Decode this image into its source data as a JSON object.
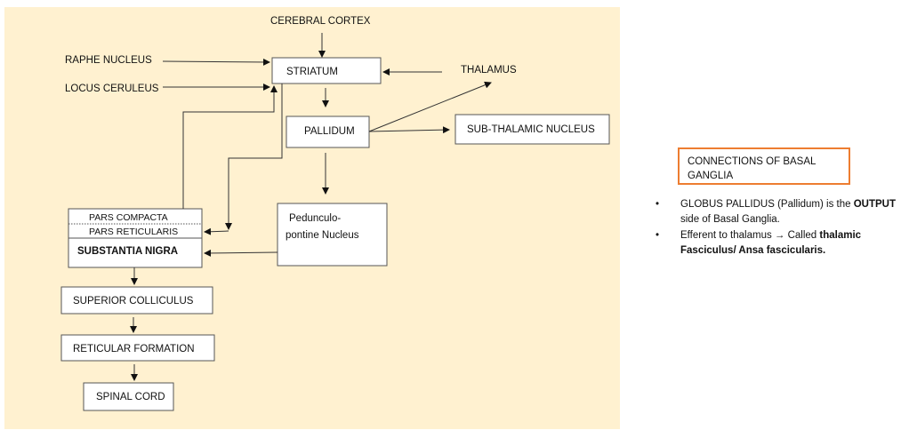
{
  "diagram": {
    "background_color": "#fff1d0",
    "nodes": {
      "cerebral_cortex": "CEREBRAL CORTEX",
      "raphe_nucleus": "RAPHE NUCLEUS",
      "locus_ceruleus": "LOCUS CERULEUS",
      "striatum": "STRIATUM",
      "thalamus": "THALAMUS",
      "pallidum": "PALLIDUM",
      "sub_thalamic_nucleus": "SUB-THALAMIC NUCLEUS",
      "pars_compacta": "PARS COMPACTA",
      "pars_reticularis": "PARS RETICULARIS",
      "substantia_nigra": "SUBSTANTIA NIGRA",
      "pedunculopontine_line1": "Pedunculo-",
      "pedunculopontine_line2": "pontine  Nucleus",
      "superior_colliculus": "SUPERIOR COLLICULUS",
      "reticular_formation": "RETICULAR FORMATION",
      "spinal_cord": "SPINAL CORD"
    },
    "edges": [
      {
        "from": "CEREBRAL CORTEX",
        "to": "STRIATUM"
      },
      {
        "from": "RAPHE NUCLEUS",
        "to": "STRIATUM"
      },
      {
        "from": "LOCUS CERULEUS",
        "to": "STRIATUM"
      },
      {
        "from": "THALAMUS",
        "to": "STRIATUM"
      },
      {
        "from": "PARS COMPACTA",
        "to": "STRIATUM"
      },
      {
        "from": "STRIATUM",
        "to": "PARS RETICULARIS"
      },
      {
        "from": "STRIATUM",
        "to": "PALLIDUM"
      },
      {
        "from": "PALLIDUM",
        "to": "THALAMUS"
      },
      {
        "from": "PALLIDUM",
        "to": "SUB-THALAMIC NUCLEUS"
      },
      {
        "from": "PALLIDUM",
        "to": "Pedunculo-pontine Nucleus"
      },
      {
        "from": "Pedunculo-pontine Nucleus",
        "to": "SUBSTANTIA NIGRA"
      },
      {
        "from": "SUBSTANTIA NIGRA",
        "to": "SUPERIOR COLLICULUS"
      },
      {
        "from": "SUPERIOR COLLICULUS",
        "to": "RETICULAR FORMATION"
      },
      {
        "from": "RETICULAR FORMATION",
        "to": "SPINAL CORD"
      }
    ]
  },
  "sidebar": {
    "title_line1": "CONNECTIONS OF BASAL",
    "title_line2": "GANGLIA",
    "title_border_color": "#ed7d31",
    "bullet_glyph": "•",
    "notes": [
      {
        "pre": "GLOBUS PALLIDUS (Pallidum) is the ",
        "bold": "OUTPUT",
        "post": " side of Basal Ganglia."
      },
      {
        "pre": "Efferent to thalamus → Called ",
        "bold": "thalamic Fasciculus/ Ansa fascicularis.",
        "post": ""
      }
    ]
  }
}
